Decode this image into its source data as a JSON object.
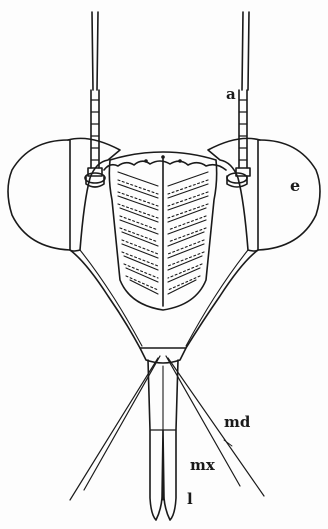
{
  "figure": {
    "labels": {
      "antenna": "a",
      "eye": "e",
      "mandible": "md",
      "maxilla": "mx",
      "labium": "l"
    },
    "colors": {
      "ink": "#1a1a1a",
      "paper": "#fdfdfd"
    }
  }
}
